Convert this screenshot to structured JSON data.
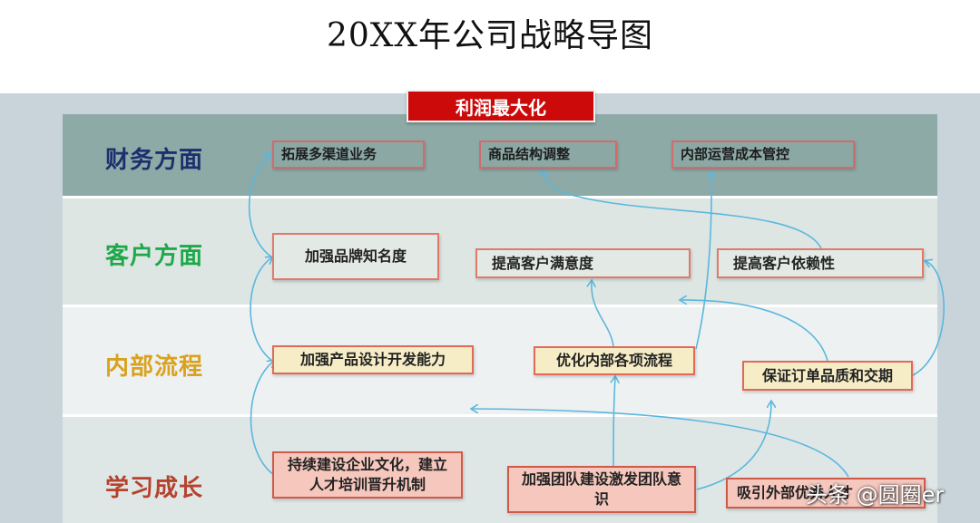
{
  "title": "20XX年公司战略导图",
  "banner": "利润最大化",
  "rows": {
    "finance": "财务方面",
    "customer": "客户方面",
    "internal": "内部流程",
    "learning": "学习成长"
  },
  "nodes": {
    "finance": [
      "拓展多渠道业务",
      "商品结构调整",
      "内部运营成本管控"
    ],
    "customer": [
      "加强品牌知名度",
      "提高客户满意度",
      "提高客户依赖性"
    ],
    "internal": [
      "加强产品设计开发能力",
      "优化内部各项流程",
      "保证订单品质和交期"
    ],
    "learning": [
      "持续建设企业文化，建立人才培训晋升机制",
      "加强团队建设激发团队意识",
      "吸引外部优秀人才"
    ]
  },
  "watermark": "头条 @圆圈er",
  "colors": {
    "banner": "#cc0a0a",
    "finance_row": "#8daaa7",
    "finance_label": "#1f2f6e",
    "customer_label": "#1fa84a",
    "internal_label": "#d9a21e",
    "learning_label": "#b5422c",
    "arrow": "#5bb7de"
  }
}
